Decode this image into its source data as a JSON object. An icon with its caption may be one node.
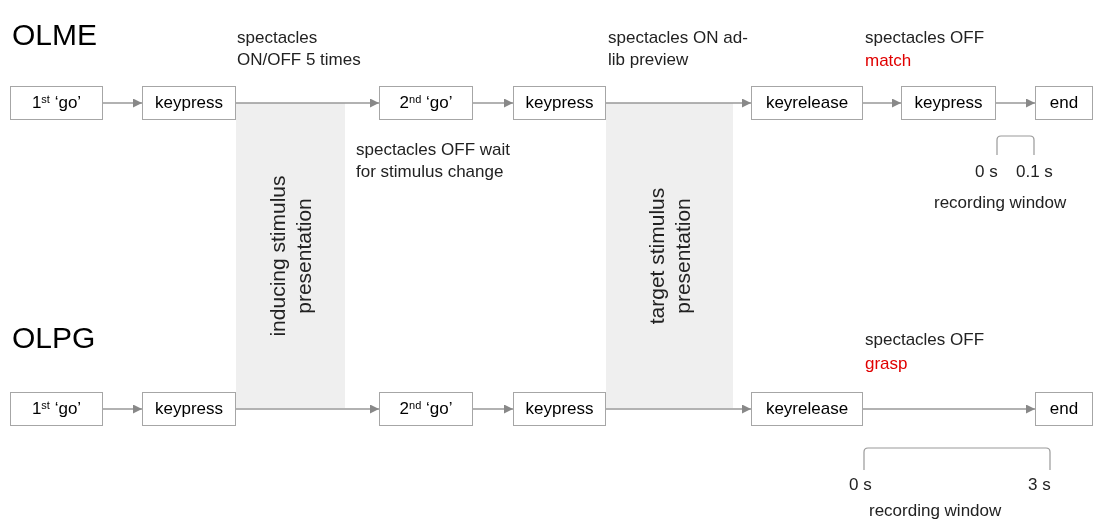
{
  "diagram": {
    "nodes": [
      {
        "text": [
          "1$^{st}$ ‘go’"
        ]
      },
      {
        "text": [
          "keypress"
        ]
      },
      {
        "text": [
          "2$^{nd}$ ‘go’"
        ]
      },
      {
        "text": [
          "keypress"
        ]
      },
      {
        "text": [
          "keyrelease"
        ]
      },
      {
        "text": [
          "keypress"
        ]
      },
      {
        "text": [
          "end"
        ]
      },
      {
        "text": [
          "1$^{st}$ ‘go’"
        ]
      },
      {
        "text": [
          "keypress"
        ]
      },
      {
        "text": [
          "2$^{nd}$ ‘go’"
        ]
      },
      {
        "text": [
          "keypress"
        ]
      },
      {
        "text": [
          "keyrelease"
        ]
      },
      {
        "text": [
          "end"
        ]
      },
      {
        "text": [
          "inducing stimulus presentation"
        ]
      },
      {
        "text": [
          "target stimulus presentation"
        ]
      }
    ],
    "edges": [
      {
        "from": 0,
        "to": 1,
        "arrow": "to"
      },
      {
        "from": 1,
        "to": 2,
        "arrow": "to"
      },
      {
        "from": 2,
        "to": 3,
        "arrow": "to"
      },
      {
        "from": 3,
        "to": 4,
        "arrow": "to"
      },
      {
        "from": 4,
        "to": 5,
        "arrow": "to"
      },
      {
        "from": 5,
        "to": 6,
        "arrow": "to"
      },
      {
        "from": 7,
        "to": 8,
        "arrow": "to"
      },
      {
        "from": 8,
        "to": 9,
        "arrow": "to"
      },
      {
        "from": 9,
        "to": 10,
        "arrow": "to"
      },
      {
        "from": 10,
        "to": 11,
        "arrow": "to"
      },
      {
        "from": 11,
        "to": 12,
        "arrow": "to"
      }
    ],
    "labels": [
      "OLME",
      "spectacles ON/OFF 5 times",
      "spectacles ON ad-lib preview",
      "spectacles OFF",
      "match",
      "spectacles OFF wait for stimulus change",
      "0 s",
      "0.1 s",
      "recording window",
      "OLPG",
      "spectacles OFF",
      "grasp",
      "0 s",
      "3 s",
      "recording window"
    ]
  }
}
